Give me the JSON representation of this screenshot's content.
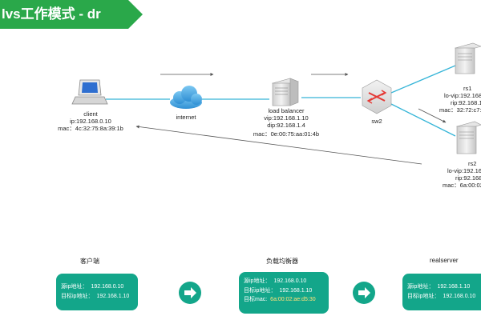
{
  "title": "lvs工作模式 - dr",
  "nodes": {
    "client": {
      "name": "client",
      "ip": "ip:192.168.0.10",
      "mac": "mac：4c:32:75:8a:39:1b"
    },
    "internet": {
      "name": "internet"
    },
    "load_balancer": {
      "name": "load balancer",
      "vip": "vip:192.168.1.10",
      "dip": "dip:92.168.1.4",
      "mac": "mac：0e:00:75:aa:01:4b"
    },
    "switch": {
      "name": "sw2"
    },
    "rs1": {
      "name": "rs1",
      "lo_vip": "lo-vip:192.168.",
      "rip": "rip:92.168.1",
      "mac": "mac：32:72:c7:"
    },
    "rs2": {
      "name": "rs2",
      "lo_vip": "lo-vip:192.16",
      "rip": "rip:92.168",
      "mac": "mac：6a:00:02"
    }
  },
  "sections": [
    {
      "title": "客户端",
      "rows": [
        {
          "label": "源ip地址：",
          "value": "192.168.0.10"
        },
        {
          "label": "目标ip地址：",
          "value": "192.168.1.10"
        }
      ]
    },
    {
      "title": "负载均衡器",
      "rows": [
        {
          "label": "源ip地址：",
          "value": "192.168.0.10"
        },
        {
          "label": "目标ip地址：",
          "value": "192.168.1.10"
        },
        {
          "label": "目标mac:",
          "value": "6a:00:02:ae:d5:30"
        }
      ]
    },
    {
      "title": "realserver",
      "rows": [
        {
          "label": "源ip地址：",
          "value": "192.168.1.10"
        },
        {
          "label": "目标ip地址：",
          "value": "192.168.0.10"
        }
      ]
    }
  ],
  "colors": {
    "banner": "#2aa84a",
    "box": "#13a68a",
    "link": "#36b5d8",
    "switch": "#e53935",
    "cloud": "#3aa0e0"
  }
}
